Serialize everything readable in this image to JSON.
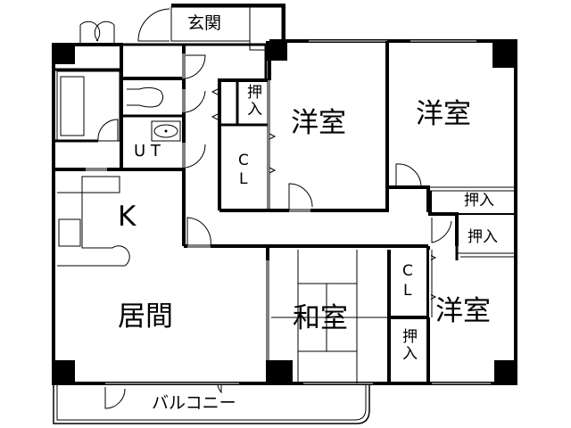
{
  "plan": {
    "type": "apartment floor plan",
    "background": "#ffffff",
    "wall_color": "#000000",
    "rooms": [
      {
        "id": "entrance",
        "label": "玄関"
      },
      {
        "id": "western-room-1",
        "label": "洋室"
      },
      {
        "id": "western-room-2",
        "label": "洋室"
      },
      {
        "id": "western-room-3",
        "label": "洋室"
      },
      {
        "id": "japanese-room",
        "label": "和室"
      },
      {
        "id": "living",
        "label": "居間"
      },
      {
        "id": "kitchen",
        "label": "K"
      },
      {
        "id": "utility",
        "label": "ＵＴ"
      },
      {
        "id": "balcony",
        "label": "バルコニー"
      }
    ],
    "storage": {
      "oshiire_label": "押入",
      "closet_label_1": "C",
      "closet_label_2": "L"
    },
    "labels": {
      "entrance": "玄関",
      "western_1": "洋室",
      "western_2": "洋室",
      "western_3": "洋室",
      "japanese": "和室",
      "living": "居間",
      "kitchen": "K",
      "utility": "U T",
      "balcony": "バルコニー",
      "oshiire_hall": "押入",
      "oshiire_right_top": "押入",
      "oshiire_right_mid": "押入",
      "oshiire_bottom": "押入",
      "cl_hall_c": "C",
      "cl_hall_l": "L",
      "cl_mid_c": "C",
      "cl_mid_l": "L"
    }
  }
}
